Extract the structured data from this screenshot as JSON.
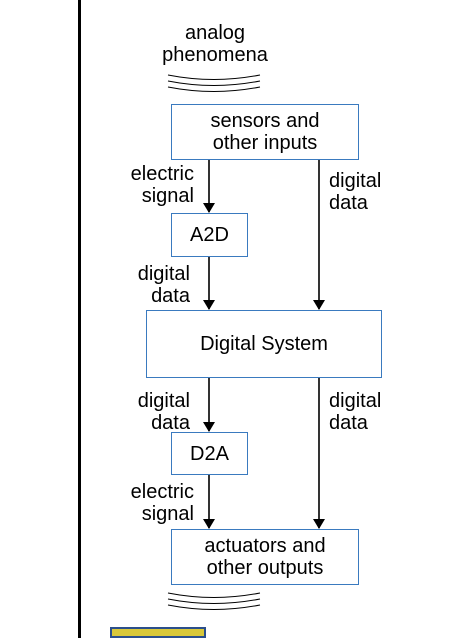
{
  "diagram": {
    "top_label": "analog\nphenomena",
    "sensors_box": "sensors and\nother inputs",
    "a2d_box": "A2D",
    "digital_system_box": "Digital System",
    "d2a_box": "D2A",
    "actuators_box": "actuators and\nother outputs",
    "labels": {
      "electric_signal_in": "electric\nsignal",
      "digital_data_right_top": "digital\ndata",
      "digital_data_a2d": "digital\ndata",
      "digital_data_left_bottom": "digital\ndata",
      "digital_data_right_bottom": "digital\ndata",
      "electric_signal_out": "electric\nsignal"
    }
  },
  "colors": {
    "box_border": "#3a7abf",
    "arrow": "#000000",
    "thumbnail_frame": "#2b4f8c",
    "thumbnail_fill": "#d8c83a"
  }
}
